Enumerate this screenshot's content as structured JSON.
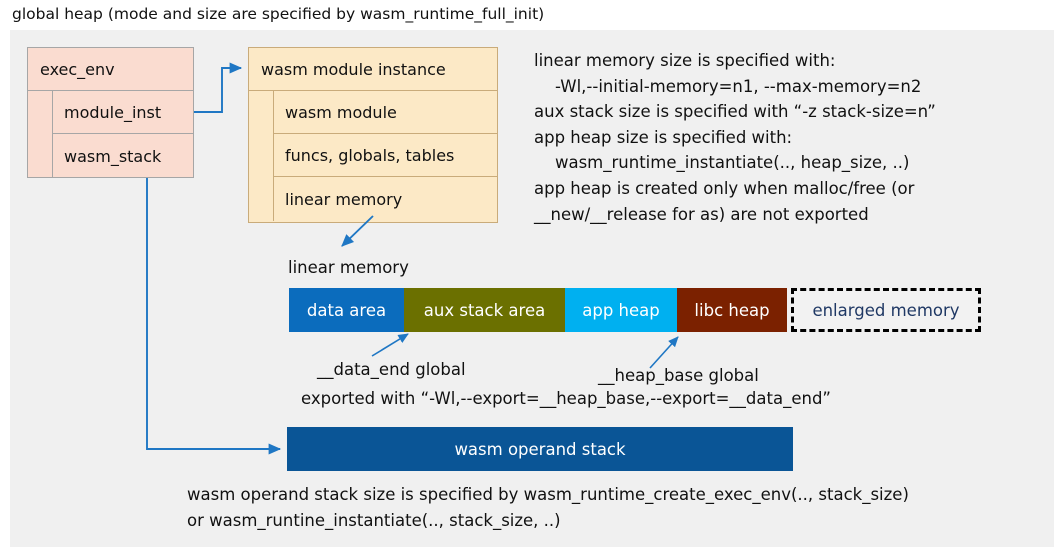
{
  "title": "global heap (mode and size are specified by wasm_runtime_full_init)",
  "exec_env_box": {
    "name": "exec_env",
    "rows": [
      {
        "label": "exec_env"
      },
      {
        "label": "module_inst"
      },
      {
        "label": "wasm_stack"
      }
    ]
  },
  "module_instance_box": {
    "name": "wasm module instance",
    "rows": [
      {
        "label": "wasm module instance"
      },
      {
        "label": "wasm module"
      },
      {
        "label": "funcs, globals, tables"
      },
      {
        "label": "linear memory"
      }
    ]
  },
  "memory_notes": "linear memory size is specified with:\n    -Wl,--initial-memory=n1, --max-memory=n2\naux stack size is specified with “-z stack-size=n”\napp heap size is specified with:\n    wasm_runtime_instantiate(.., heap_size, ..)\napp heap is created only when malloc/free (or\n__new/__release for as) are not exported",
  "linear_memory": {
    "label": "linear memory",
    "segments": [
      {
        "label": "data area",
        "color": "#0b6cbd",
        "width": 115,
        "text_color": "#ffffff",
        "dashed": false
      },
      {
        "label": "aux stack area",
        "color": "#6b7000",
        "width": 161,
        "text_color": "#ffffff",
        "dashed": false
      },
      {
        "label": "app heap",
        "color": "#00b0f0",
        "width": 112,
        "text_color": "#ffffff",
        "dashed": false
      },
      {
        "label": "libc heap",
        "color": "#7b2100",
        "width": 110,
        "text_color": "#ffffff",
        "dashed": false
      },
      {
        "label": "enlarged memory",
        "color": "#f2f2f2",
        "width": 190,
        "text_color": "#1f3864",
        "dashed": true
      }
    ]
  },
  "annotations": {
    "data_end": "__data_end global",
    "heap_base": "__heap_base global",
    "export_note": "exported with “-Wl,--export=__heap_base,--export=__data_end”"
  },
  "operand_stack": {
    "label": "wasm operand stack",
    "color": "#0a5596",
    "notes": "wasm operand stack size is specified by wasm_runtime_create_exec_env(.., stack_size)\nor wasm_runtine_instantiate(.., stack_size, ..)"
  },
  "colors": {
    "panel_background": "#f0f0f0",
    "exec_env_fill": "#fadcd0",
    "exec_env_border": "#a6a6a6",
    "module_instance_fill": "#fce9c6",
    "module_instance_border": "#c9ab7a",
    "connector": "#1f77c4",
    "text": "#111111"
  }
}
